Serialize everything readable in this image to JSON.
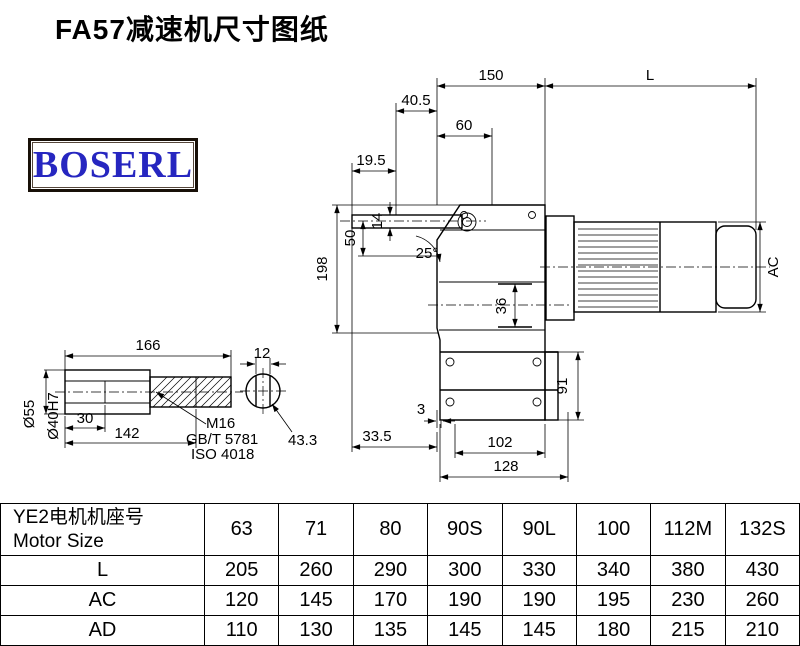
{
  "page": {
    "title": "FA57减速机尺寸图纸"
  },
  "logo": {
    "text": "BOSERL"
  },
  "drawing": {
    "dims": {
      "d150": "150",
      "dL": "L",
      "d40_5": "40.5",
      "d60": "60",
      "d19_5": "19.5",
      "d50": "50",
      "d14": "14",
      "a25": "25°",
      "d198": "198",
      "d36": "36",
      "dAC": "AC",
      "d91": "91",
      "d3": "3",
      "d33_5": "33.5",
      "d102": "102",
      "d128": "128",
      "d166": "166",
      "d12": "12",
      "d30": "30",
      "d142": "142",
      "d43_3": "43.3",
      "dia55": "Ø55",
      "dia40h7": "Ø40H7",
      "m16": "M16",
      "gb": "GB/T 5781",
      "iso": "ISO 4018"
    }
  },
  "table": {
    "header": {
      "label_cn": "YE2电机机座号",
      "label_en": "Motor Size",
      "sizes": [
        "63",
        "71",
        "80",
        "90S",
        "90L",
        "100",
        "112M",
        "132S"
      ]
    },
    "rows": [
      {
        "label": "L",
        "values": [
          "205",
          "260",
          "290",
          "300",
          "330",
          "340",
          "380",
          "430"
        ]
      },
      {
        "label": "AC",
        "values": [
          "120",
          "145",
          "170",
          "190",
          "190",
          "195",
          "230",
          "260"
        ]
      },
      {
        "label": "AD",
        "values": [
          "110",
          "130",
          "135",
          "145",
          "145",
          "180",
          "215",
          "210"
        ]
      }
    ]
  }
}
